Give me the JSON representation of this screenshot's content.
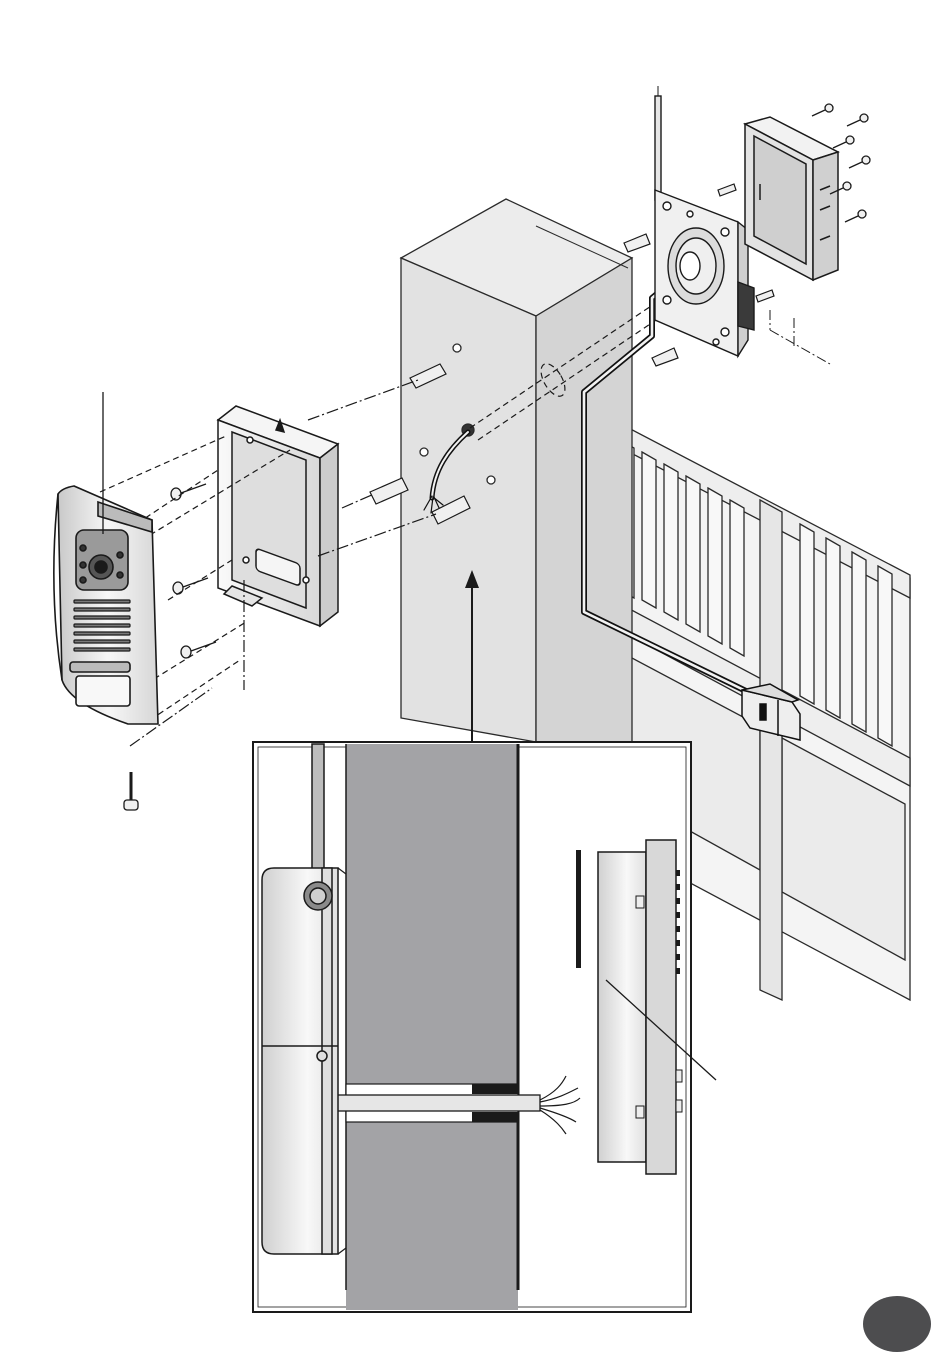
{
  "figure": {
    "labels": [],
    "page_number": "",
    "colors": {
      "outline": "#1a1a1a",
      "pillar_front": "#e2e2e2",
      "pillar_side": "#d2d2d2",
      "pillar_top": "#ececec",
      "inset_pillar": "#a3a3a6",
      "gate": "#f4f4f4",
      "device_fill": "#f1f1f1",
      "badge": "#4d4d4f"
    },
    "components": [
      "outdoor-unit",
      "surface-mount-box",
      "wall-anchors",
      "mounting-screws",
      "pillar",
      "cable",
      "antenna-module",
      "antenna-back-box",
      "gate",
      "gate-receiver",
      "detail-inset"
    ]
  }
}
